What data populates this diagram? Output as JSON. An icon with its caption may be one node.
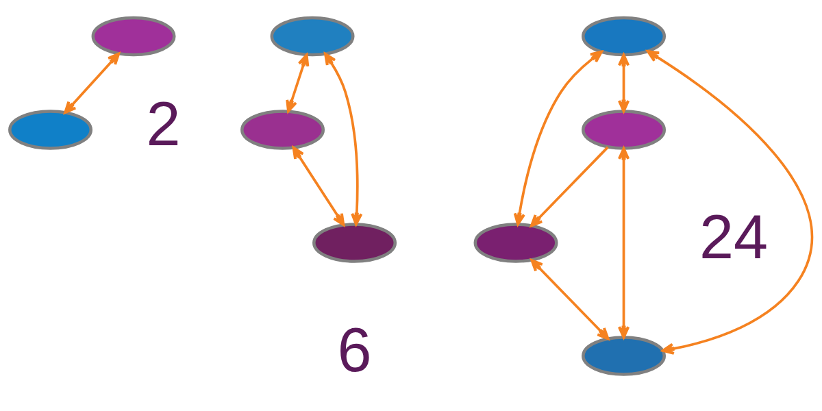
{
  "diagram": {
    "nodes": [
      {
        "text": [],
        "shape": "person"
      },
      {
        "text": [],
        "shape": "person"
      },
      {
        "text": [],
        "shape": "person"
      },
      {
        "text": [],
        "shape": "person"
      },
      {
        "text": [],
        "shape": "person"
      },
      {
        "text": [],
        "shape": "person"
      },
      {
        "text": [],
        "shape": "person"
      },
      {
        "text": [],
        "shape": "person"
      },
      {
        "text": [],
        "shape": "person"
      }
    ],
    "edges": [
      {
        "from": 0,
        "to": 1,
        "arrow": "both"
      },
      {
        "from": 2,
        "to": 3,
        "arrow": "both"
      },
      {
        "from": 2,
        "to": 4,
        "arrow": "both"
      },
      {
        "from": 3,
        "to": 4,
        "arrow": "both"
      },
      {
        "from": 5,
        "to": 6,
        "arrow": "both"
      },
      {
        "from": 6,
        "to": 8,
        "arrow": "both"
      },
      {
        "from": 5,
        "to": 8,
        "arrow": "both"
      },
      {
        "from": 5,
        "to": 7,
        "arrow": "both"
      },
      {
        "from": 7,
        "to": 8,
        "arrow": "both"
      },
      {
        "from": 7,
        "to": 6,
        "arrow": "to"
      }
    ],
    "labels": [
      "2",
      "6",
      "24"
    ]
  }
}
